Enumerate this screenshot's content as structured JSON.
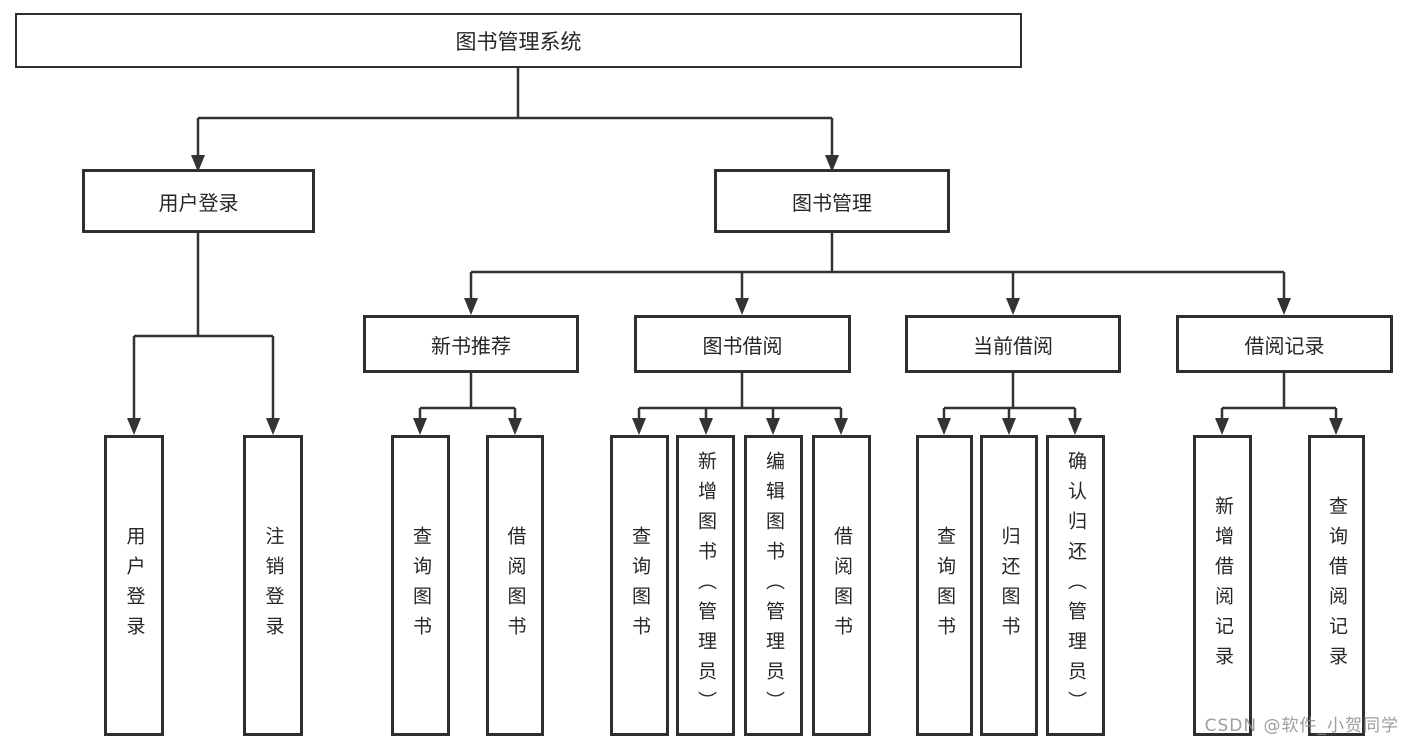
{
  "diagram": {
    "root": {
      "label": "图书管理系统"
    },
    "level2": [
      {
        "id": "user-login",
        "label": "用户登录"
      },
      {
        "id": "book-management",
        "label": "图书管理"
      }
    ],
    "level3": [
      {
        "id": "new-book-recommend",
        "label": "新书推荐"
      },
      {
        "id": "book-borrow",
        "label": "图书借阅"
      },
      {
        "id": "current-borrow",
        "label": "当前借阅"
      },
      {
        "id": "borrow-records",
        "label": "借阅记录"
      }
    ],
    "leaves": [
      {
        "parent": "user-login",
        "label": "用户登录"
      },
      {
        "parent": "user-login",
        "label": "注销登录"
      },
      {
        "parent": "new-book-recommend",
        "label": "查询图书"
      },
      {
        "parent": "new-book-recommend",
        "label": "借阅图书"
      },
      {
        "parent": "book-borrow",
        "label": "查询图书"
      },
      {
        "parent": "book-borrow",
        "label": "新增图书（管理员）"
      },
      {
        "parent": "book-borrow",
        "label": "编辑图书（管理员）"
      },
      {
        "parent": "book-borrow",
        "label": "借阅图书"
      },
      {
        "parent": "current-borrow",
        "label": "查询图书"
      },
      {
        "parent": "current-borrow",
        "label": "归还图书"
      },
      {
        "parent": "current-borrow",
        "label": "确认归还（管理员）"
      },
      {
        "parent": "borrow-records",
        "label": "新增借阅记录"
      },
      {
        "parent": "borrow-records",
        "label": "查询借阅记录"
      }
    ]
  },
  "watermark": {
    "text": "CSDN @软件_小贺同学"
  },
  "colors": {
    "line": "#333333",
    "box_border": "#2f2f2f",
    "text": "#262626",
    "watermark": "#8c8c8c",
    "background": "#ffffff"
  }
}
